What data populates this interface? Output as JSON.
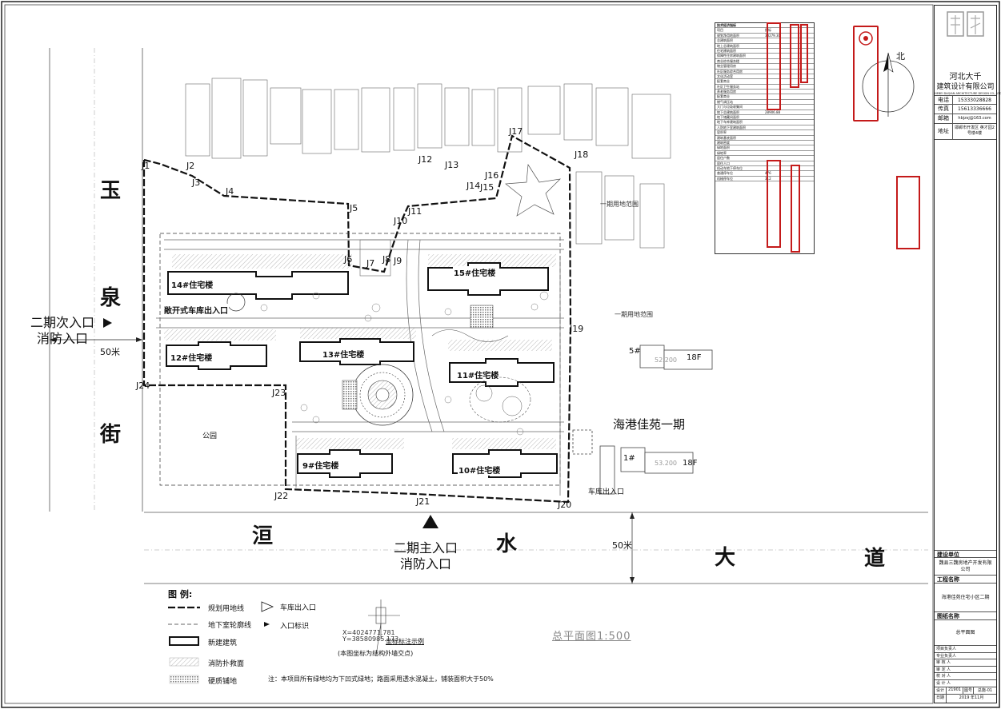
{
  "streets": {
    "yuquan": [
      "玉",
      "泉",
      "街"
    ],
    "huanshui": [
      "洹",
      "水",
      "大",
      "道"
    ]
  },
  "distances": {
    "left": "50米",
    "bottom": "50米"
  },
  "entrances": {
    "west_line1": "二期次入口",
    "west_line2": "消防入口",
    "south_line1": "二期主入口",
    "south_line2": "消防入口",
    "open_garage": "敞开式车库出入口",
    "garage_exit": "车库出入口"
  },
  "buildings": {
    "b14": "14#住宅楼",
    "b15": "15#住宅楼",
    "b12": "12#住宅楼",
    "b13": "13#住宅楼",
    "b11": "11#住宅楼",
    "b9": "9#住宅楼",
    "b10": "10#住宅楼",
    "b5": "5#",
    "b5_floors": "18F",
    "b5_height": "52.200",
    "b1": "1#",
    "b1_floors": "18F",
    "b1_height": "53.200"
  },
  "areas": {
    "park": "公园",
    "phase1": "海港佳苑一期",
    "phase1_range_right": "一期用地范围",
    "phase1_range_top": "一期用地范围"
  },
  "boundary_points": [
    "J1",
    "J2",
    "J3",
    "J4",
    "J5",
    "J6",
    "J7",
    "J8",
    "J9",
    "J10",
    "J11",
    "J12",
    "J13",
    "J14",
    "J15",
    "J16",
    "J17",
    "J18",
    "J19",
    "J20",
    "J21",
    "J22",
    "J23",
    "J24"
  ],
  "north": "北",
  "drawing_title": "总平面图1:500",
  "legend": {
    "title": "图 例:",
    "items": [
      "规划用地线",
      "地下室轮廓线",
      "新建建筑",
      "消防扑救面",
      "硬质铺地",
      "车库出入口",
      "入口标识"
    ],
    "coord_caption": "坐标标注示例",
    "coord_note": "(本图坐标为结构外墙交点)",
    "coord_sample": [
      "X=4024771.781",
      "Y=38580985.173"
    ]
  },
  "note": "注：本项目所有绿地均为下凹式绿地；路面采用透水混凝土，铺装面积大于50%",
  "title_block": {
    "company": "河北大千",
    "company2": "建筑设计有限公司",
    "company_en": "HEBEI DAQIAN ARCHITECTURE DESIGN CO., LTD",
    "rows": [
      {
        "k": "电话",
        "v": "15333028828"
      },
      {
        "k": "传真",
        "v": "15613336666"
      },
      {
        "k": "邮箱",
        "v": "hbjzsj@163.com"
      },
      {
        "k": "地址",
        "v": "邯郸市开发区 英才园2号楼4楼"
      }
    ],
    "client_label": "建设单位",
    "client": "魏县三魏房地产开发有限公司",
    "project_label": "工程名称",
    "project": "海港佳苑住宅小区二期",
    "drawing_label": "图纸名称",
    "drawing": "总平面图",
    "sign_rows": [
      "项目负责人",
      "专业负责人",
      "审 核 人",
      "审 定 人",
      "校 对 人",
      "设 计 人"
    ],
    "design_no_label": "设计号",
    "design_no": "21901",
    "sheet_label": "图号",
    "sheet": "总施-01",
    "date_label": "日期",
    "date": "2019 年11月"
  },
  "tech_table": {
    "title": "技术经济指标",
    "rows": [
      "项目",
      "规划净用地面积",
      "总建筑面积",
      "地上总建筑面积",
      "住宅建筑面积",
      "保障性住房建筑面积",
      "商业综合服务楼",
      "物业管理用房",
      "社区服务综合用房",
      "文化活动室",
      "配套商业",
      "社区卫生服务站",
      "养老服务用房",
      "配套商业",
      "燃气调压站",
      "大门与垃圾收集间",
      "地下总建筑面积",
      "地下储藏间面积",
      "地下车库建筑面积",
      "人防地下室建筑面积",
      "容积率",
      "建筑基底面积",
      "建筑密度",
      "绿地面积",
      "绿地率",
      "居住户数",
      "居住人口",
      "机动车地下停车位",
      "普通停车位",
      "机械停车位"
    ],
    "values": [
      "指标",
      "38279.30",
      "",
      "",
      "",
      "",
      "",
      "",
      "",
      "",
      "",
      "",
      "",
      "",
      "",
      "",
      "28906.88",
      "",
      "",
      "",
      "",
      "",
      "",
      "",
      "",
      "",
      "",
      "",
      "476",
      "312"
    ]
  }
}
